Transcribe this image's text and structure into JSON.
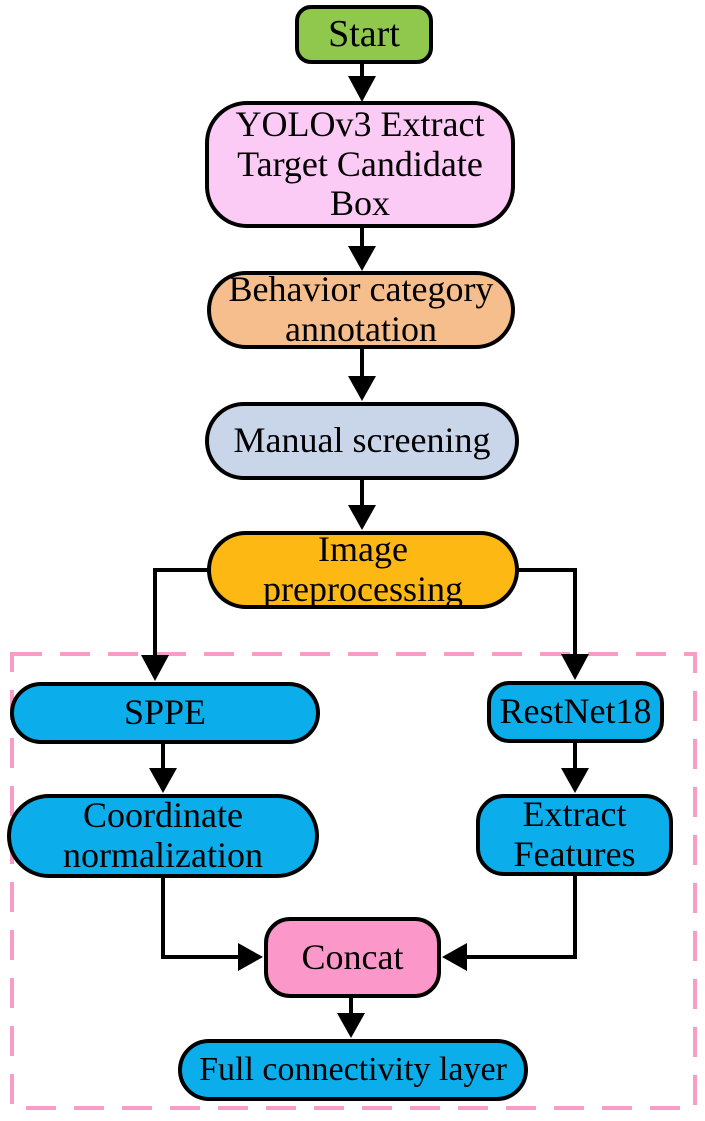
{
  "diagram": {
    "nodes": {
      "start": {
        "label": "Start",
        "fill": "#90C84E"
      },
      "yolo": {
        "label": "YOLOv3 Extract\nTarget Candidate\nBox",
        "fill": "#FBCBF5"
      },
      "behavior": {
        "label": "Behavior category\nannotation",
        "fill": "#F6BE8D"
      },
      "manual": {
        "label": "Manual screening",
        "fill": "#C9D6E9"
      },
      "preprocess": {
        "label": "Image\npreprocessing",
        "fill": "#FDB813"
      },
      "sppe": {
        "label": "SPPE",
        "fill": "#0BAEEA"
      },
      "restnet": {
        "label": "RestNet18",
        "fill": "#0BAEEA"
      },
      "coordinate": {
        "label": "Coordinate\nnormalization",
        "fill": "#0BAEEA"
      },
      "extract": {
        "label": "Extract\nFeatures",
        "fill": "#0BAEEA"
      },
      "concat": {
        "label": "Concat",
        "fill": "#FB97C9"
      },
      "full": {
        "label": "Full connectivity layer",
        "fill": "#0BAEEA"
      }
    },
    "colors": {
      "line": "#000000",
      "dashed_region_border": "#FA9CC8"
    }
  }
}
